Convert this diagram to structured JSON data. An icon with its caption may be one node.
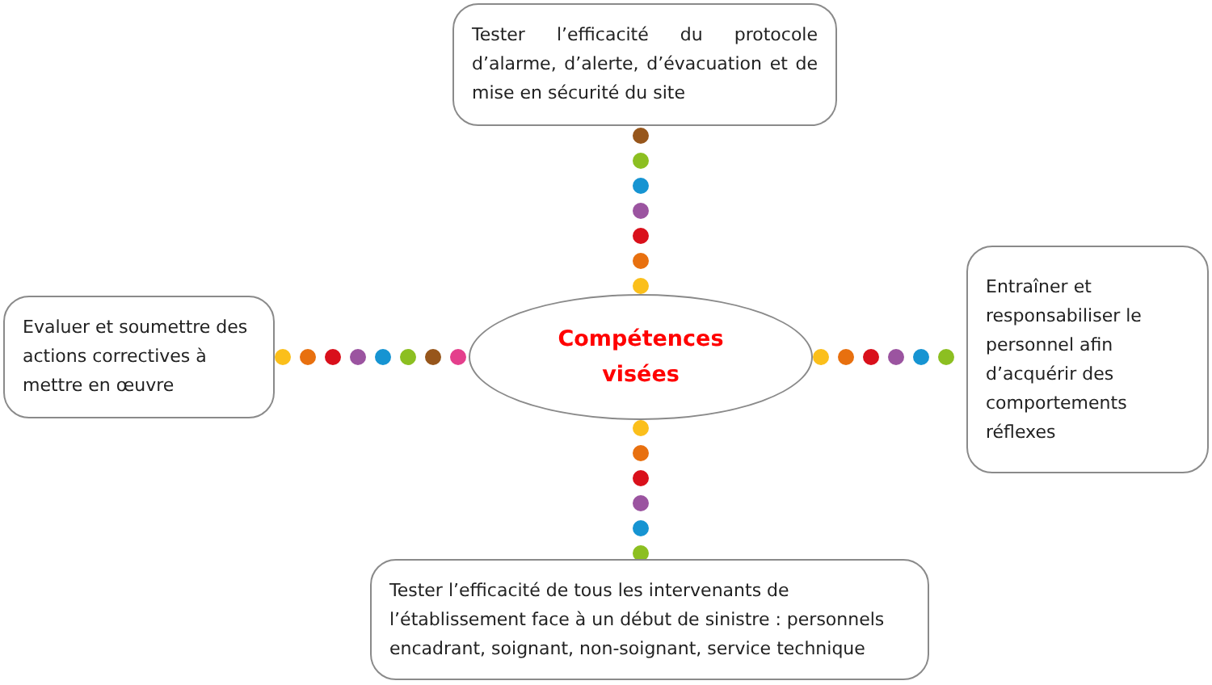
{
  "diagram": {
    "nodes": [
      {
        "text": [
          "Tester l’efficacité du protocole d’alarme, d’alerte, d’évacuation et de mise en sécurité du site"
        ]
      },
      {
        "text": [
          "Evaluer et soumettre des actions correctives à mettre en œuvre"
        ]
      },
      {
        "text": [
          "Compétences visées"
        ]
      },
      {
        "text": [
          "Entraîner et responsabiliser le personnel afin d’acquérir des comportements réflexes"
        ]
      },
      {
        "text": [
          "Tester l’efficacité de tous les intervenants de l’établissement face à un début de sinistre : personnels encadrant, soignant, non-soignant, service technique"
        ]
      }
    ],
    "edges": [
      {
        "from": 2,
        "to": 0,
        "arrow": "none",
        "style": "dashed"
      },
      {
        "from": 1,
        "to": 2,
        "arrow": "none",
        "style": "dashed"
      },
      {
        "from": 2,
        "to": 3,
        "arrow": "none",
        "style": "dashed"
      },
      {
        "from": 2,
        "to": 4,
        "arrow": "none",
        "style": "dashed"
      }
    ]
  }
}
